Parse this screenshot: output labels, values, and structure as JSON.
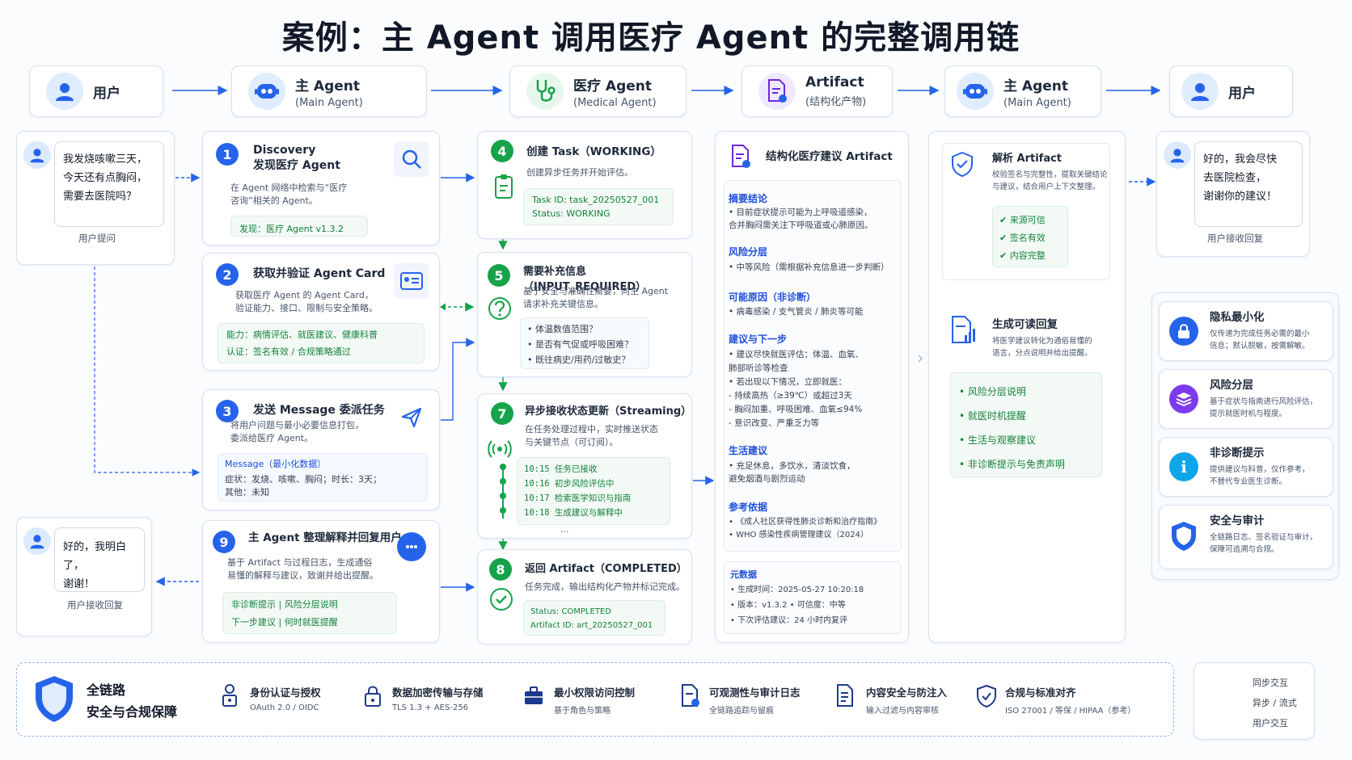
{
  "title": "案例：主 Agent 调用医疗 Agent 的完整调用链",
  "headers": [
    {
      "title": "用户",
      "subtitle": ""
    },
    {
      "title": "主 Agent",
      "subtitle": "(Main Agent)"
    },
    {
      "title": "医疗 Agent",
      "subtitle": "(Medical Agent)"
    },
    {
      "title": "Artifact",
      "subtitle": "(结构化产物)"
    },
    {
      "title": "主 Agent",
      "subtitle": "(Main Agent)"
    },
    {
      "title": "用户",
      "subtitle": ""
    }
  ],
  "user_question": {
    "lines": [
      "我发烧咳嗽三天，",
      "今天还有点胸闷，",
      "需要去医院吗？"
    ],
    "caption": "用户提问"
  },
  "user_ack": {
    "lines": [
      "好的，我明白了，",
      "谢谢！"
    ],
    "caption": "用户接收回复"
  },
  "user_final": {
    "lines": [
      "好的，我会尽快",
      "去医院检查，",
      "谢谢你的建议！"
    ],
    "caption": "用户接收回复"
  },
  "steps": {
    "s1": {
      "num": "1",
      "title1": "Discovery",
      "title2": "发现医疗 Agent",
      "desc": [
        "在 Agent 网络中检索与“医疗",
        "咨询”相关的 Agent。"
      ],
      "found": "发现：医疗 Agent v1.3.2"
    },
    "s2": {
      "num": "2",
      "title": "获取并验证 Agent Card",
      "desc": [
        "获取医疗 Agent 的 Agent Card，",
        "验证能力、接口、限制与安全策略。"
      ],
      "cap": "能力：病情评估、就医建议、健康科普",
      "auth": "认证：签名有效 / 合规策略通过"
    },
    "s3": {
      "num": "3",
      "title": "发送 Message 委派任务",
      "desc": [
        "将用户问题与最小必要信息打包，",
        "委派给医疗 Agent。"
      ],
      "msg_label": "Message（最小化数据）",
      "msg_lines": [
        "症状：发烧、咳嗽、胸闷；时长：3天；",
        "其他：未知"
      ]
    },
    "s4": {
      "num": "4",
      "title": "创建 Task（WORKING）",
      "desc": "创建异步任务并开始评估。",
      "task_id": "Task ID: task_20250527_001",
      "status": "Status: WORKING"
    },
    "s5": {
      "num": "5",
      "title": "需要补充信息（INPUT_REQUIRED）",
      "desc": [
        "基于安全与准确性需要，向主 Agent",
        "请求补充关键信息。"
      ],
      "questions": [
        "• 体温数值范围？",
        "• 是否有气促或呼吸困难？",
        "• 既往病史/用药/过敏史？"
      ]
    },
    "s7": {
      "num": "7",
      "title": "异步接收状态更新（Streaming）",
      "desc": [
        "在任务处理过程中，实时推送状态",
        "与关键节点（可订阅）。"
      ],
      "timeline": [
        "10:15   任务已接收",
        "10:16   初步风险评估中",
        "10:17   检索医学知识与指南",
        "10:18   生成建议与解释中"
      ],
      "ellipsis": "..."
    },
    "s8": {
      "num": "8",
      "title": "返回 Artifact（COMPLETED）",
      "desc": "任务完成，输出结构化产物并标记完成。",
      "status": "Status: COMPLETED",
      "artifact_id": "Artifact ID: art_20250527_001"
    },
    "s9": {
      "num": "9",
      "title": "主 Agent 整理解释并回复用户",
      "desc": [
        "基于 Artifact 与过程日志，生成通俗",
        "易懂的解释与建议，致谢并给出提醒。"
      ],
      "tags": [
        "非诊断提示  |  风险分层说明",
        "下一步建议  |  何时就医提醒"
      ]
    }
  },
  "artifact": {
    "title": "结构化医疗建议 Artifact",
    "sections": [
      {
        "name": "摘要结论",
        "items": [
          "• 目前症状提示可能为上呼吸道感染，",
          "   合并胸闷需关注下呼吸道或心肺原因。"
        ]
      },
      {
        "name": "风险分层",
        "items": [
          "• 中等风险（需根据补充信息进一步判断）"
        ]
      },
      {
        "name": "可能原因（非诊断）",
        "items": [
          "• 病毒感染 / 支气管炎 / 肺炎等可能"
        ]
      },
      {
        "name": "建议与下一步",
        "items": [
          "• 建议尽快就医评估：体温、血氧、",
          "   肺部听诊等检查",
          "• 若出现以下情况，立即就医：",
          "   - 持续高热（≥39℃）或超过3天",
          "   - 胸闷加重、呼吸困难、血氧≤94%",
          "   - 意识改变、严重乏力等"
        ]
      },
      {
        "name": "生活建议",
        "items": [
          "• 充足休息，多饮水，清淡饮食，",
          "   避免烟酒与剧烈运动"
        ]
      },
      {
        "name": "参考依据",
        "items": [
          "• 《成人社区获得性肺炎诊断和治疗指南》",
          "• WHO 感染性疾病管理建议（2024）"
        ]
      }
    ],
    "meta_title": "元数据",
    "meta": [
      "• 生成时间：2025-05-27 10:20:18",
      "• 版本：v1.3.2    • 可信度：中等",
      "• 下次评估建议：24 小时内复评"
    ]
  },
  "parse": {
    "title": "解析 Artifact",
    "desc": [
      "校验签名与完整性，提取关键结论",
      "与建议，结合用户上下文整理。"
    ],
    "checks": [
      "来源可信",
      "签名有效",
      "内容完整"
    ]
  },
  "reply": {
    "title": "生成可读回复",
    "desc": [
      "将医学建议转化为通俗易懂的",
      "语言，分点说明并给出提醒。"
    ],
    "items": [
      "•   风险分层说明",
      "•   就医时机提醒",
      "•   生活与观察建议",
      "•   非诊断提示与免责声明"
    ]
  },
  "principles": [
    {
      "icon": "lock-icon",
      "color": "#2563eb",
      "title": "隐私最小化",
      "desc": [
        "仅传递为完成任务必需的最小",
        "信息；默认脱敏，按需解敏。"
      ]
    },
    {
      "icon": "layers-icon",
      "color": "#7c3aed",
      "title": "风险分层",
      "desc": [
        "基于症状与指南进行风险评估，",
        "提示就医时机与程度。"
      ]
    },
    {
      "icon": "info-icon",
      "color": "#0ea5e9",
      "title": "非诊断提示",
      "desc": [
        "提供建议与科普，仅作参考，",
        "不替代专业医生诊断。"
      ]
    },
    {
      "icon": "shield-icon",
      "color": "#2563eb",
      "title": "安全与审计",
      "desc": [
        "全链路日志、签名验证与审计，",
        "保障可追溯与合规。"
      ]
    }
  ],
  "footer": {
    "title": [
      "全链路",
      "安全与合规保障"
    ],
    "items": [
      {
        "icon": "person-lock-icon",
        "title": "身份认证与授权",
        "desc": "OAuth 2.0 / OIDC"
      },
      {
        "icon": "padlock-icon",
        "title": "数据加密传输与存储",
        "desc": "TLS 1.3 + AES-256"
      },
      {
        "icon": "briefcase-icon",
        "title": "最小权限访问控制",
        "desc": "基于角色与策略"
      },
      {
        "icon": "audit-log-icon",
        "title": "可观测性与审计日志",
        "desc": "全链路追踪与留痕"
      },
      {
        "icon": "content-check-icon",
        "title": "内容安全与防注入",
        "desc": "输入过滤与内容审核"
      },
      {
        "icon": "compliance-shield-icon",
        "title": "合规与标准对齐",
        "desc": "ISO 27001 / 等保 / HIPAA（参考）"
      }
    ]
  },
  "legend": [
    "同步交互",
    "异步 / 流式",
    "用户交互"
  ],
  "colors": {
    "accent": "#2563eb",
    "green": "#16a34a",
    "border": "#d7e2f0"
  }
}
